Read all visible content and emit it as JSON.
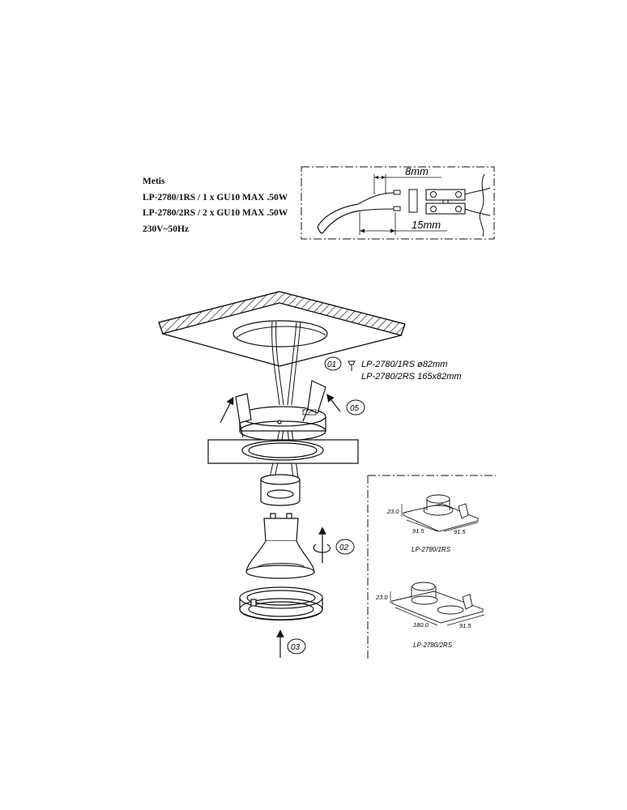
{
  "spec": {
    "title": "Metis",
    "line1": "LP-2780/1RS  / 1 x GU10 MAX .50W",
    "line2": "LP-2780/2RS /  2 x GU10 MAX .50W",
    "line3": "230V~50Hz"
  },
  "wiring": {
    "strip_len": "8mm",
    "insert_len": "15mm"
  },
  "cutout": {
    "step": "01",
    "line1": "LP-2780/1RS ø82mm",
    "line2": "LP-2780/2RS 165x82mm"
  },
  "steps": {
    "s02": "02",
    "s03": "03",
    "s05": "05"
  },
  "dims_single": {
    "height": "23.0",
    "width": "91.5",
    "depth": "91.5",
    "model": "LP-2780/1RS"
  },
  "dims_double": {
    "height": "23.0",
    "width": "180.0",
    "depth": "91.5",
    "model": "LP-2780/2RS"
  }
}
